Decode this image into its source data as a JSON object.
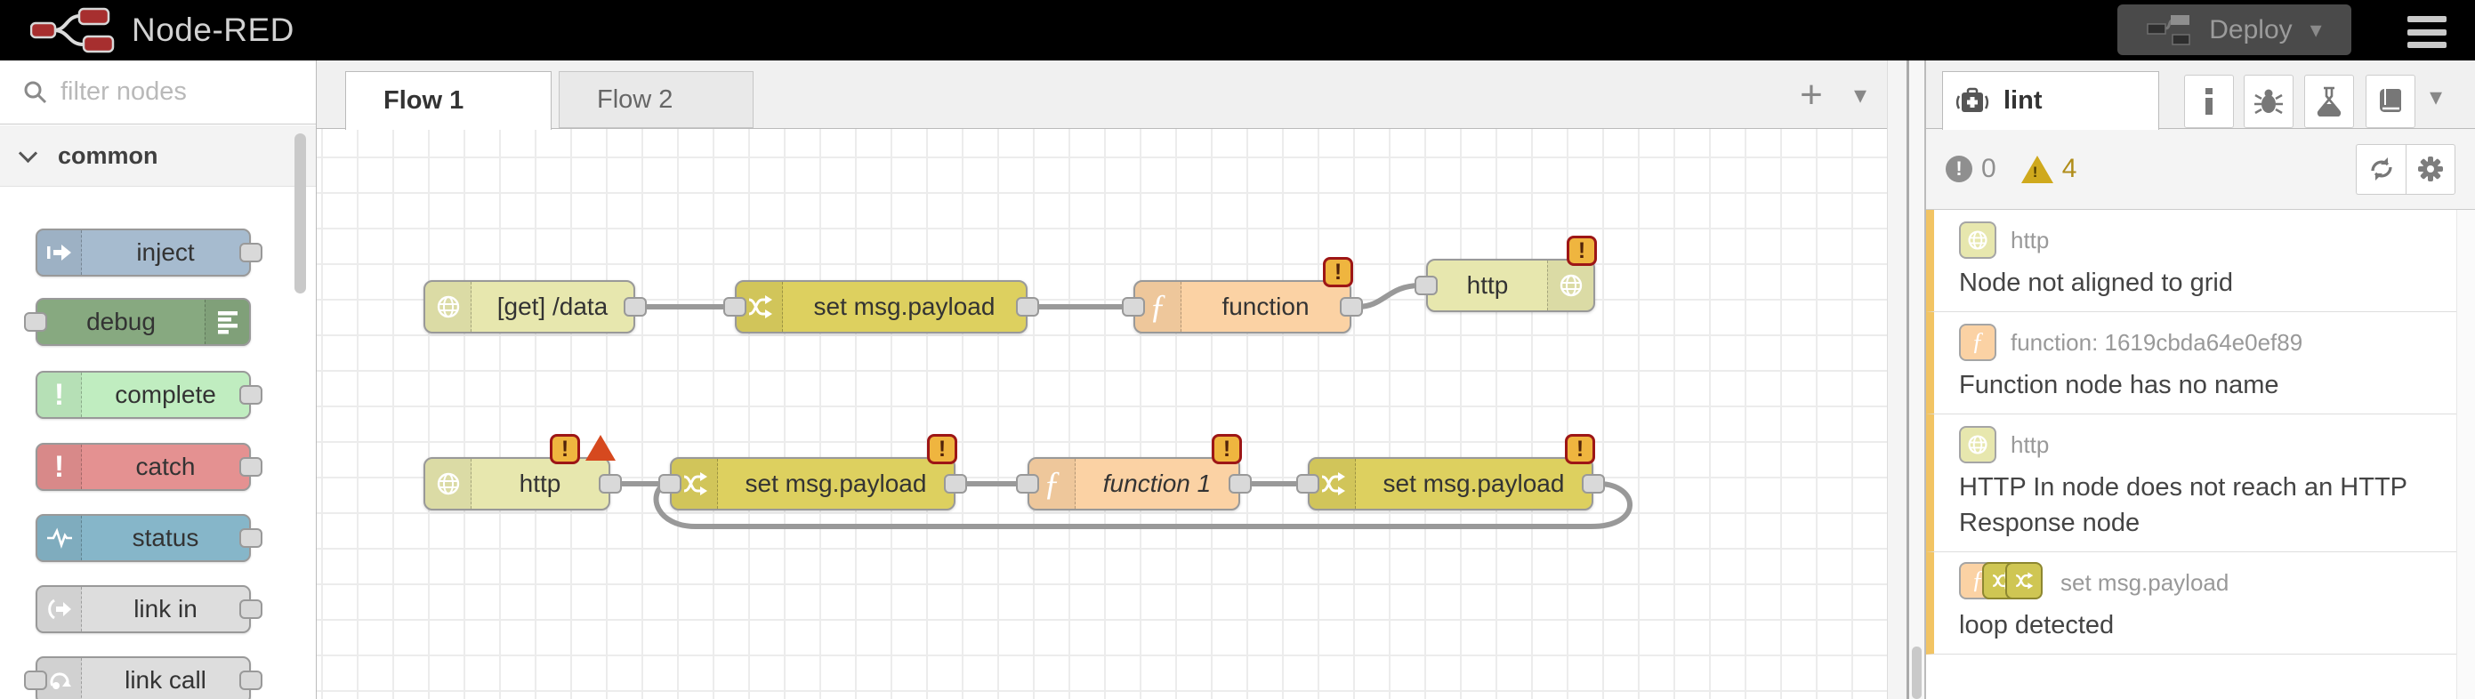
{
  "header": {
    "title": "Node-RED",
    "deploy_label": "Deploy"
  },
  "glyphs": {
    "exclamation": "!",
    "plus": "+",
    "chevron_down": "▾"
  },
  "palette": {
    "search_placeholder": "filter nodes",
    "category_label": "common",
    "items": [
      {
        "label": "inject",
        "color": "#a6bbcf",
        "icon": "inject-arrow-icon"
      },
      {
        "label": "debug",
        "color": "#87a980",
        "icon": "debug-levels-icon"
      },
      {
        "label": "complete",
        "color": "#c0edc0",
        "icon": "exclamation-icon"
      },
      {
        "label": "catch",
        "color": "#e49191",
        "icon": "exclamation-icon"
      },
      {
        "label": "status",
        "color": "#86b6c9",
        "icon": "heartbeat-icon"
      },
      {
        "label": "link in",
        "color": "#dddddd",
        "icon": "link-in-icon"
      },
      {
        "label": "link call",
        "color": "#dddddd",
        "icon": "link-call-icon"
      }
    ]
  },
  "workspace": {
    "tabs": [
      {
        "label": "Flow 1",
        "active": true
      },
      {
        "label": "Flow 2",
        "active": false
      }
    ]
  },
  "flow": {
    "nodes": [
      {
        "label": "[get] /data",
        "color": "#e7e7ae",
        "type": "http-in"
      },
      {
        "label": "set msg.payload",
        "color": "#ddd05f",
        "type": "change"
      },
      {
        "label": "function",
        "color": "#fbd2a4",
        "type": "function",
        "warning": true
      },
      {
        "label": "http",
        "color": "#e7e7ae",
        "type": "http-response",
        "warning": true
      },
      {
        "label": "http",
        "color": "#e7e7ae",
        "type": "http-in",
        "warning": true,
        "error": true
      },
      {
        "label": "set msg.payload",
        "color": "#ddd05f",
        "type": "change",
        "warning": true
      },
      {
        "label": "function 1",
        "color": "#fbd2a4",
        "type": "function",
        "warning": true
      },
      {
        "label": "set msg.payload",
        "color": "#ddd05f",
        "type": "change",
        "warning": true
      }
    ]
  },
  "sidebar": {
    "tab_label": "lint",
    "error_count": "0",
    "warning_count": "4",
    "items": [
      {
        "node_label": "http",
        "message": "Node not aligned to grid"
      },
      {
        "node_label": "function: 1619cbda64e0ef89",
        "message": "Function node has no name"
      },
      {
        "node_label": "http",
        "message": "HTTP In node does not reach an HTTP Response node"
      },
      {
        "node_label": "set msg.payload",
        "message": "loop detected"
      }
    ]
  },
  "colors": {
    "header_bg": "#000000",
    "deploy_bg": "#4a4a4a",
    "wire": "#999999",
    "grid": "#ececec",
    "badge_bg": "#efb53f",
    "badge_border": "#9d1616",
    "error_triangle": "#d6491f",
    "warning_stripe": "#f2c464",
    "warning_icon": "#cfa91d",
    "logo_red": "#a72f2f"
  }
}
